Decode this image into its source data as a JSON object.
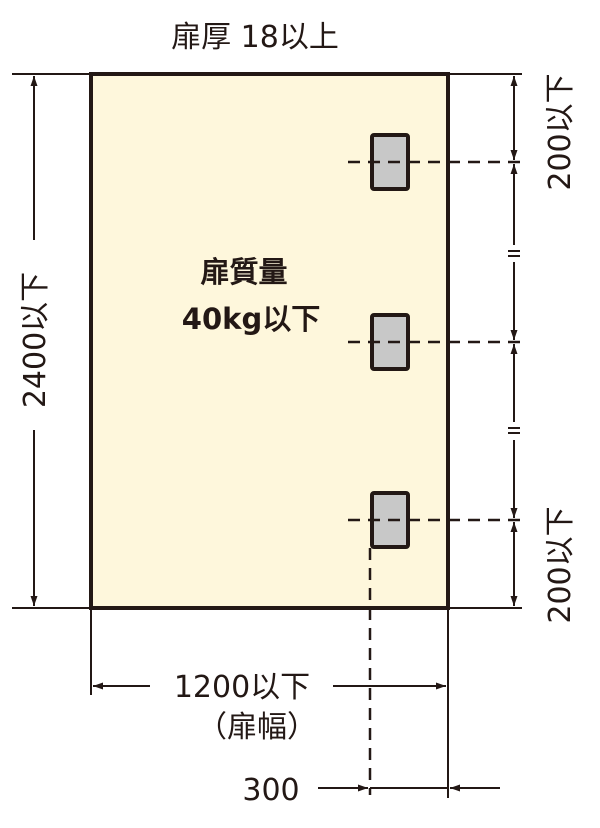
{
  "diagram": {
    "title": "扉厚 18以上",
    "door_mass_line1": "扉質量",
    "door_mass_line2": "40kg以下",
    "height_label": "2400以下",
    "width_label": "1200以下",
    "width_sublabel": "（扉幅）",
    "top_hinge_offset_label": "200以下",
    "bottom_hinge_offset_label": "200以下",
    "hinge_inset_label": "300",
    "equal_mark": "=",
    "hinge_count": 3,
    "colors": {
      "door_fill": "#fef7dc",
      "line": "#231815",
      "hinge_fill": "#c8c8c8",
      "background": "#ffffff"
    }
  }
}
